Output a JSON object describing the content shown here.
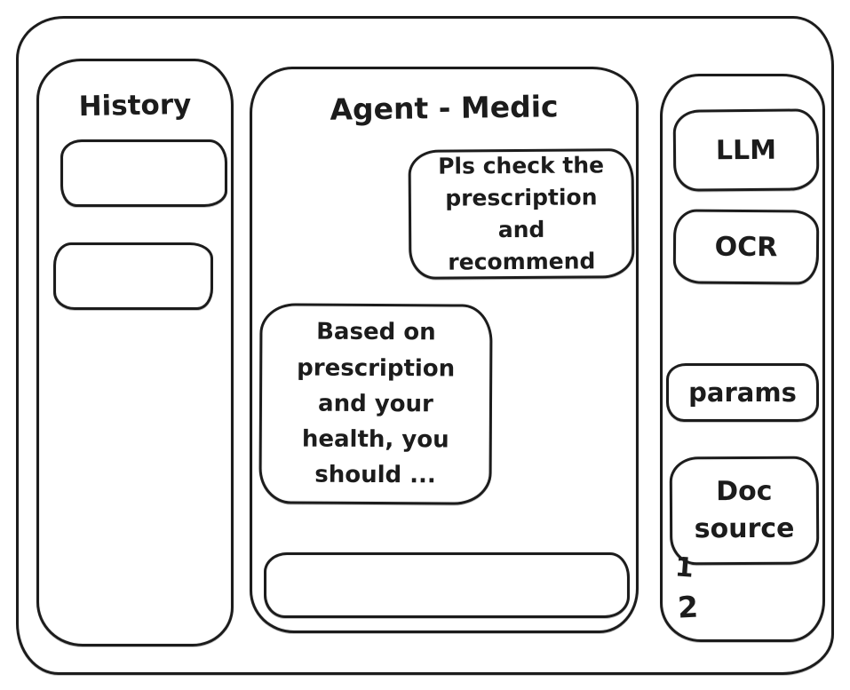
{
  "sidebar_left": {
    "title": "History",
    "items": [
      {
        "label": ""
      },
      {
        "label": ""
      }
    ]
  },
  "chat": {
    "title": "Agent - Medic",
    "messages": [
      {
        "role": "user",
        "text": "Pls check the prescription and recommend"
      },
      {
        "role": "assistant",
        "text": "Based on prescription and your health, you should ..."
      }
    ],
    "input": {
      "value": "",
      "placeholder": ""
    }
  },
  "sidebar_right": {
    "buttons": [
      {
        "label": "LLM"
      },
      {
        "label": "OCR"
      },
      {
        "label": "params"
      },
      {
        "label": "Doc source"
      }
    ],
    "doc_sources": [
      "1",
      "2"
    ]
  },
  "colors": {
    "ink": "#1c1c1c",
    "canvas": "#ffffff"
  }
}
